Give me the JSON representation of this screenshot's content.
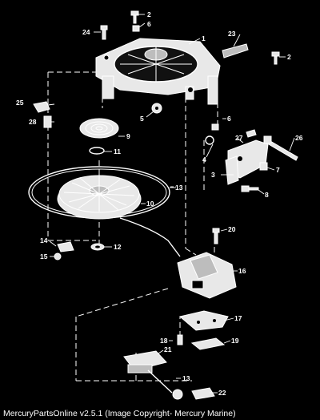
{
  "caption": "MercuryPartsOnline v2.5.1 (Image Copyright- Mercury Marine)",
  "callouts": {
    "c1": "1",
    "c2a": "2",
    "c2b": "2",
    "c3": "3",
    "c4": "4",
    "c5": "5",
    "c6a": "6",
    "c6b": "6",
    "c7": "7",
    "c8": "8",
    "c9": "9",
    "c10": "10",
    "c11": "11",
    "c12": "12",
    "c13a": "13",
    "c13b": "13",
    "c14": "14",
    "c15": "15",
    "c16": "16",
    "c17": "17",
    "c18": "18",
    "c19": "19",
    "c20": "20",
    "c21": "21",
    "c22": "22",
    "c23": "23",
    "c24": "24",
    "c25": "25",
    "c26": "26",
    "c27": "27",
    "c28": "28"
  }
}
